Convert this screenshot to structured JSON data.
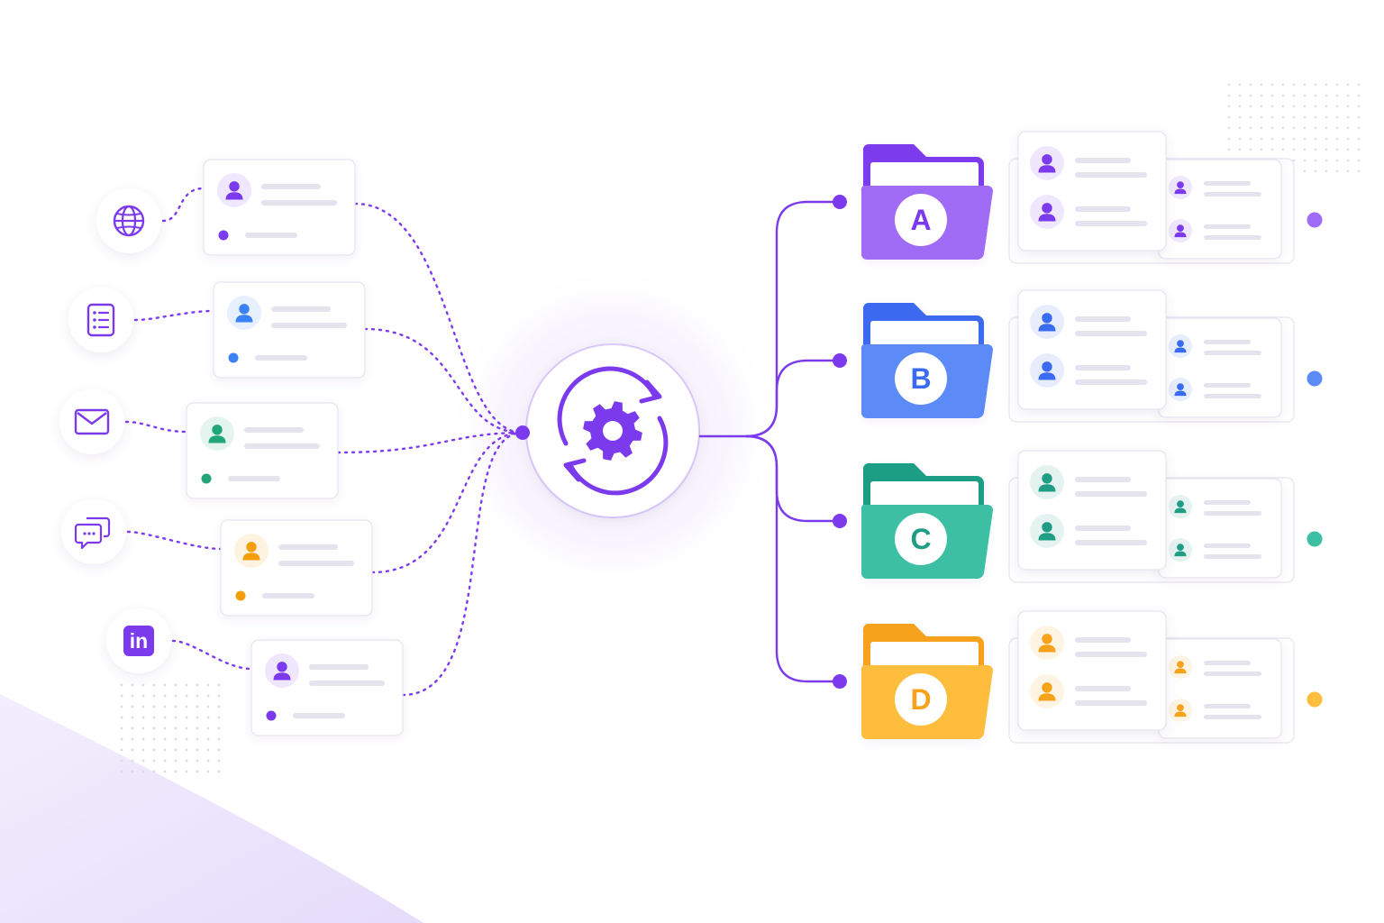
{
  "hub": {
    "icon": "gear-sync-icon",
    "color": "#7c3aed"
  },
  "sources": [
    {
      "icon": "globe-icon",
      "color": "#7c3aed"
    },
    {
      "icon": "form-list-icon",
      "color": "#3b82f6"
    },
    {
      "icon": "mail-icon",
      "color": "#22a57a"
    },
    {
      "icon": "chat-icon",
      "color": "#f59e0b"
    },
    {
      "icon": "linkedin-icon",
      "color": "#7c3aed",
      "glyph": "in"
    }
  ],
  "folders": [
    {
      "letter": "A",
      "color": "#7c3aed",
      "color_light": "#a06bf5"
    },
    {
      "letter": "B",
      "color": "#3b6bf0",
      "color_light": "#5c8bf7"
    },
    {
      "letter": "C",
      "color": "#1f9e85",
      "color_light": "#3cbfa3"
    },
    {
      "letter": "D",
      "color": "#f7a21b",
      "color_light": "#ffbd3d"
    }
  ],
  "colors": {
    "accent": "#7c3aed",
    "line": "#7c3aed",
    "card_border": "#e6e4ee",
    "placeholder": "#e4e3ee"
  }
}
